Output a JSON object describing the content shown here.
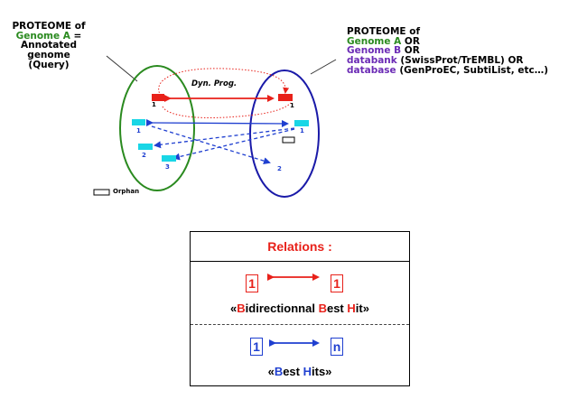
{
  "left_label": {
    "line1": "PROTEOME of",
    "line2": "Genome A",
    "line2_suffix": " =",
    "line3": "Annotated genome",
    "line4": "(Query)"
  },
  "right_label": {
    "line1": "PROTEOME of",
    "l2_colored": "Genome A",
    "l2_rest": " OR",
    "l3_colored": "Genome B",
    "l3_rest": " OR",
    "l4_colored": "databank",
    "l4_rest": " (SwissProt/TrEMBL) OR",
    "l5_colored": "database",
    "l5_rest": " (GenProEC, SubtiList, etc…)"
  },
  "dyn_prog": "Dyn. Prog.",
  "orphan_label": "Orphan",
  "numbers": {
    "left_red": "1",
    "right_red": "1",
    "left_blue_1": "1",
    "left_blue_2": "2",
    "left_blue_3": "3",
    "right_blue_1": "1",
    "right_blue_2": "2"
  },
  "relations": {
    "title": "Relations :",
    "bbh": {
      "left_num": "1",
      "right_num": "1",
      "p1": "«",
      "h1": "B",
      "p2": "idirectionnal ",
      "h2": "B",
      "p3": "est ",
      "h3": "H",
      "p4": "it»"
    },
    "bh": {
      "left_num": "1",
      "right_num": "n",
      "p1": "«",
      "h1": "B",
      "p2": "est ",
      "h2": "H",
      "p3": "its»"
    }
  },
  "colors": {
    "green": "#2a8a1f",
    "navy": "#1a1aa8",
    "red": "#e8211a",
    "blue": "#1f3fd0",
    "cyan": "#19d6e6",
    "purple": "#6b2bb5"
  }
}
